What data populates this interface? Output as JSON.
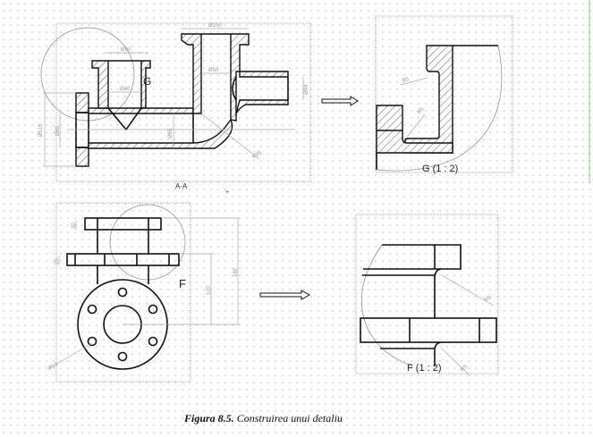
{
  "section_view": {
    "title": "A-A",
    "detail_marker": "G",
    "dims": {
      "d100": "Ø100",
      "d60": "Ø60",
      "d40": "Ø40",
      "d110": "Ø110",
      "d85": "Ø85",
      "d65": "Ø65",
      "d50": "Ø50",
      "d44": "Ø44",
      "r60": "R60"
    }
  },
  "detail_g": {
    "label": "G (1 : 2)",
    "r1": "R5",
    "r2": "R5"
  },
  "front_view": {
    "detail_marker": "F",
    "dims": {
      "t1": "20",
      "t2": "20",
      "h1": "180",
      "h2": "120",
      "holes": "Ø13"
    }
  },
  "detail_f": {
    "label": "F (1 : 2)",
    "r1": "R5",
    "r2": "R5"
  },
  "caption": {
    "bold": "Figura 8.5.",
    "text": " Construirea unui detaliu"
  }
}
